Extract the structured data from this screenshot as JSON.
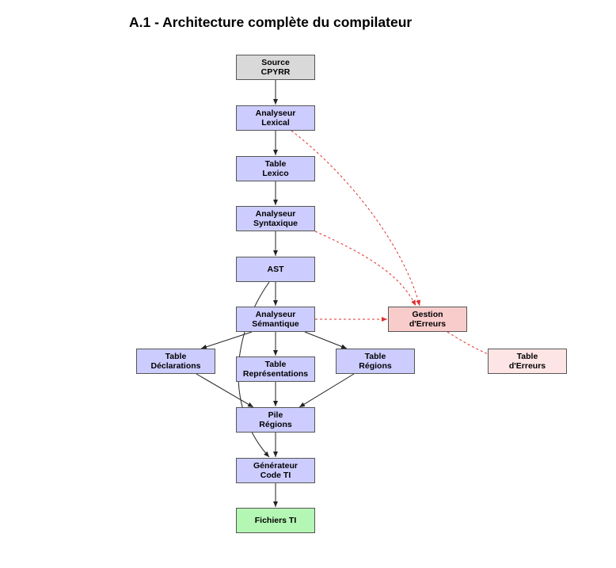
{
  "title": "A.1 - Architecture complète du compilateur",
  "nodes": {
    "source": {
      "lines": [
        "Source",
        "CPYRR"
      ]
    },
    "lexer": {
      "lines": [
        "Analyseur",
        "Lexical"
      ]
    },
    "lexico": {
      "lines": [
        "Table",
        "Lexico"
      ]
    },
    "parser": {
      "lines": [
        "Analyseur",
        "Syntaxique"
      ]
    },
    "ast": {
      "lines": [
        "AST"
      ]
    },
    "semantic": {
      "lines": [
        "Analyseur",
        "Sémantique"
      ]
    },
    "decl": {
      "lines": [
        "Table",
        "Déclarations"
      ]
    },
    "repr": {
      "lines": [
        "Table",
        "Représentations"
      ]
    },
    "regions": {
      "lines": [
        "Table",
        "Régions"
      ]
    },
    "pile": {
      "lines": [
        "Pile",
        "Régions"
      ]
    },
    "gen": {
      "lines": [
        "Générateur",
        "Code TI"
      ]
    },
    "files": {
      "lines": [
        "Fichiers TI"
      ]
    },
    "errors": {
      "lines": [
        "Gestion",
        "d'Erreurs"
      ]
    },
    "errtable": {
      "lines": [
        "Table",
        "d'Erreurs"
      ]
    }
  },
  "colors": {
    "process": "#ccccff",
    "source": "#d9d9d9",
    "output": "#b4f7b4",
    "error": "#f9cccc",
    "error_table": "#fde5e5",
    "edge": "#222222",
    "error_edge": "#e03030"
  },
  "edges": [
    {
      "from": "source",
      "to": "lexer",
      "style": "solid"
    },
    {
      "from": "lexer",
      "to": "lexico",
      "style": "solid"
    },
    {
      "from": "lexico",
      "to": "parser",
      "style": "solid"
    },
    {
      "from": "parser",
      "to": "ast",
      "style": "solid"
    },
    {
      "from": "ast",
      "to": "semantic",
      "style": "solid"
    },
    {
      "from": "semantic",
      "to": "decl",
      "style": "solid"
    },
    {
      "from": "semantic",
      "to": "repr",
      "style": "solid"
    },
    {
      "from": "semantic",
      "to": "regions",
      "style": "solid"
    },
    {
      "from": "decl",
      "to": "pile",
      "style": "solid"
    },
    {
      "from": "repr",
      "to": "pile",
      "style": "solid"
    },
    {
      "from": "regions",
      "to": "pile",
      "style": "solid"
    },
    {
      "from": "pile",
      "to": "gen",
      "style": "solid"
    },
    {
      "from": "ast",
      "to": "gen",
      "style": "solid"
    },
    {
      "from": "gen",
      "to": "files",
      "style": "solid"
    },
    {
      "from": "lexer",
      "to": "errors",
      "style": "dashed"
    },
    {
      "from": "parser",
      "to": "errors",
      "style": "dashed"
    },
    {
      "from": "semantic",
      "to": "errors",
      "style": "dashed"
    },
    {
      "from": "errors",
      "to": "errtable",
      "style": "dashed"
    }
  ]
}
